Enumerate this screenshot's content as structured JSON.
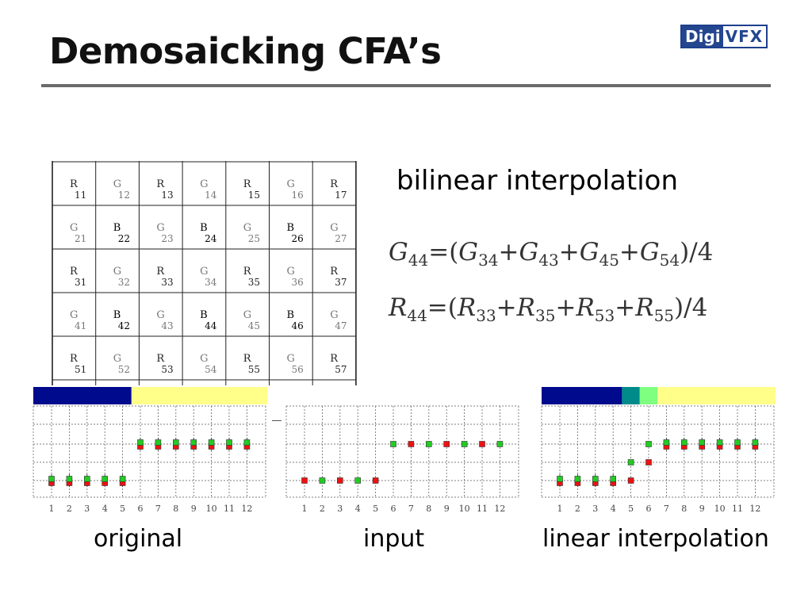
{
  "slide": {
    "title": "Demosaicking CFA’s",
    "logo": {
      "part1": "Digi",
      "part2": "VFX"
    },
    "heading": "bilinear interpolation",
    "equations": [
      {
        "lhs": "G",
        "lhs_sub": "44",
        "terms": [
          {
            "v": "G",
            "s": "34"
          },
          {
            "v": "G",
            "s": "43"
          },
          {
            "v": "G",
            "s": "45"
          },
          {
            "v": "G",
            "s": "54"
          }
        ],
        "div": "4"
      },
      {
        "lhs": "R",
        "lhs_sub": "44",
        "terms": [
          {
            "v": "R",
            "s": "33"
          },
          {
            "v": "R",
            "s": "35"
          },
          {
            "v": "R",
            "s": "53"
          },
          {
            "v": "R",
            "s": "55"
          }
        ],
        "div": "4"
      }
    ]
  },
  "cfa_grid": {
    "rows": [
      [
        {
          "c": "R",
          "n": "11"
        },
        {
          "c": "G",
          "n": "12"
        },
        {
          "c": "R",
          "n": "13"
        },
        {
          "c": "G",
          "n": "14"
        },
        {
          "c": "R",
          "n": "15"
        },
        {
          "c": "G",
          "n": "16"
        },
        {
          "c": "R",
          "n": "17"
        }
      ],
      [
        {
          "c": "G",
          "n": "21"
        },
        {
          "c": "B",
          "n": "22"
        },
        {
          "c": "G",
          "n": "23"
        },
        {
          "c": "B",
          "n": "24"
        },
        {
          "c": "G",
          "n": "25"
        },
        {
          "c": "B",
          "n": "26"
        },
        {
          "c": "G",
          "n": "27"
        }
      ],
      [
        {
          "c": "R",
          "n": "31"
        },
        {
          "c": "G",
          "n": "32"
        },
        {
          "c": "R",
          "n": "33"
        },
        {
          "c": "G",
          "n": "34"
        },
        {
          "c": "R",
          "n": "35"
        },
        {
          "c": "G",
          "n": "36"
        },
        {
          "c": "R",
          "n": "37"
        }
      ],
      [
        {
          "c": "G",
          "n": "41"
        },
        {
          "c": "B",
          "n": "42"
        },
        {
          "c": "G",
          "n": "43"
        },
        {
          "c": "B",
          "n": "44"
        },
        {
          "c": "G",
          "n": "45"
        },
        {
          "c": "B",
          "n": "46"
        },
        {
          "c": "G",
          "n": "47"
        }
      ],
      [
        {
          "c": "R",
          "n": "51"
        },
        {
          "c": "G",
          "n": "52"
        },
        {
          "c": "R",
          "n": "53"
        },
        {
          "c": "G",
          "n": "54"
        },
        {
          "c": "R",
          "n": "55"
        },
        {
          "c": "G",
          "n": "56"
        },
        {
          "c": "R",
          "n": "57"
        }
      ]
    ]
  },
  "chart_data": [
    {
      "type": "scatter",
      "caption": "original",
      "x": [
        1,
        2,
        3,
        4,
        5,
        6,
        7,
        8,
        9,
        10,
        11,
        12
      ],
      "series": [
        {
          "values": [
            0,
            0,
            0,
            0,
            0,
            1,
            1,
            1,
            1,
            1,
            1,
            1
          ],
          "color": "#ee1111"
        },
        {
          "values": [
            0,
            0,
            0,
            0,
            0,
            1,
            1,
            1,
            1,
            1,
            1,
            1
          ],
          "color": "#22cc22"
        }
      ],
      "colorbar": [
        {
          "from": 1,
          "to": 5.5,
          "color": "#000a8c"
        },
        {
          "from": 5.5,
          "to": 12,
          "color": "#ffff8a"
        }
      ]
    },
    {
      "type": "scatter",
      "caption": "input",
      "x": [
        1,
        2,
        3,
        4,
        5,
        6,
        7,
        8,
        9,
        10,
        11,
        12
      ],
      "series": [
        {
          "values": [
            0,
            null,
            0,
            null,
            0,
            null,
            1,
            null,
            1,
            null,
            1,
            null
          ],
          "color": "#ee1111"
        },
        {
          "values": [
            null,
            0,
            null,
            0,
            null,
            1,
            null,
            1,
            null,
            1,
            null,
            1
          ],
          "color": "#22cc22"
        }
      ],
      "colorbar": []
    },
    {
      "type": "scatter",
      "caption": "linear interpolation",
      "x": [
        1,
        2,
        3,
        4,
        5,
        6,
        7,
        8,
        9,
        10,
        11,
        12
      ],
      "series": [
        {
          "values": [
            0,
            0,
            0,
            0,
            0,
            0.5,
            1,
            1,
            1,
            1,
            1,
            1
          ],
          "color": "#ee1111"
        },
        {
          "values": [
            0,
            0,
            0,
            0,
            0.5,
            1,
            1,
            1,
            1,
            1,
            1,
            1
          ],
          "color": "#22cc22"
        }
      ],
      "colorbar": [
        {
          "from": 1,
          "to": 4.5,
          "color": "#000a8c"
        },
        {
          "from": 4.5,
          "to": 5.5,
          "color": "#008b8b"
        },
        {
          "from": 5.5,
          "to": 6.5,
          "color": "#7fff7f"
        },
        {
          "from": 6.5,
          "to": 12,
          "color": "#ffff8a"
        }
      ]
    }
  ]
}
